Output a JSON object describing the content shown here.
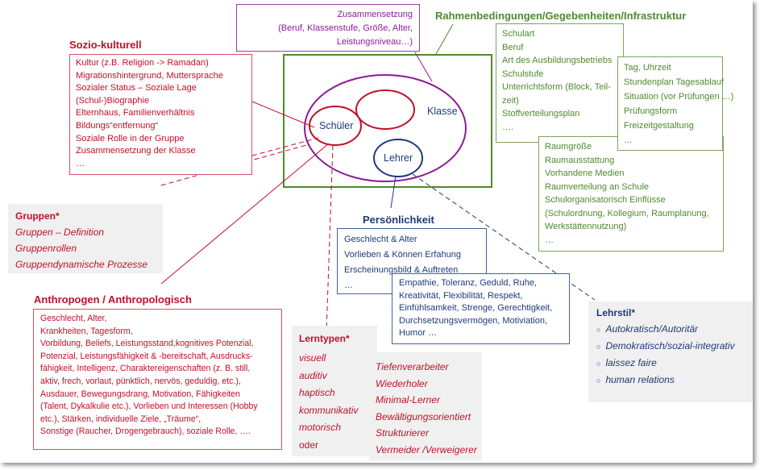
{
  "center": {
    "labels": {
      "schueler": "Schüler",
      "klasse": "Klasse",
      "lehrer": "Lehrer"
    }
  },
  "zusammensetzung": {
    "title": "Zusammensetzung",
    "lines": [
      "(Beruf, Klassenstufe, Größe, Alter,",
      "Leistungsniveau…)"
    ]
  },
  "rahmen": {
    "title": "Rahmenbedingungen/Gegebenheiten/Infrastruktur",
    "box1": [
      "Schulart",
      "Beruf",
      "Art des Ausbildungsbetriebs",
      "Schulstufe",
      "Unterrichtsform (Block, Teil-",
      "zeit)",
      "Stoffverteilungsplan",
      "…."
    ],
    "box2": [
      "Tag, Uhrzeit",
      "Stundenplan Tagesablauf",
      "Situation (vor Prüfungen …)",
      "Prüfungsform",
      "Freizeitgestaltung",
      "…"
    ],
    "box3": [
      "Raumgröße",
      "Raumausstattung",
      "Vorhandene Medien",
      "Raumverteilung an Schule",
      "Schulorganisatorisch Einflüsse",
      "(Schulordnung, Kollegium, Raumplanung,",
      "Werkstättennutzung)",
      "…"
    ]
  },
  "sozio": {
    "title": "Sozio-kulturell",
    "lines": [
      "Kultur (z.B. Religion -> Ramadan)",
      "Migrationshintergrund, Muttersprache",
      "Sozialer Status – Soziale Lage",
      "(Schul-)Biographie",
      "Elternhaus, Familienverhältnis",
      "Bildungs“entfernung“",
      "Soziale Rolle in der Gruppe",
      "Zusammensetzung der Klasse",
      "…"
    ]
  },
  "gruppen": {
    "title": "Gruppen*",
    "items": [
      "Gruppen – Definition",
      "Gruppenrollen",
      "Gruppendynamische Prozesse"
    ]
  },
  "anthropogen": {
    "title": "Anthropogen / Anthropologisch",
    "lines": [
      "Geschlecht, Alter,",
      "Krankheiten, Tagesform,",
      "Vorbildung, Beliefs, Leistungsstand,kognitives Potenzial,",
      "Potenzial, Leistungsfähigkeit & -bereitschaft, Ausdrucks-",
      "fähigkeit, Intelligenz, Charaktereigenschaften (z. B. still,",
      "aktiv, frech, vorlaut, pünktlich, nervös, geduldig, etc.),",
      "Ausdauer, Bewegungsdrang, Motivation, Fähigkeiten",
      "(Talent, Dykalkulie etc.), Vorlieben und Interessen (Hobby",
      "etc.),  Stärken, individuelle Ziele, „Träume“,",
      "Sonstige (Raucher, Drogengebrauch), soziale  Rolle, …."
    ]
  },
  "lerntypen": {
    "title": "Lerntypen*",
    "col1": [
      "visuell",
      "auditiv",
      "haptisch",
      "kommunikativ",
      "motorisch",
      "oder"
    ],
    "col2": [
      "Tiefenverarbeiter",
      "Wiederholer",
      "Minimal-Lerner",
      "Bewältigungsorientiert",
      "Strukturierer",
      "Vermeider /Verweigerer"
    ]
  },
  "persoenlichkeit": {
    "title": "Persönlichkeit",
    "box1": [
      "Geschlecht & Alter",
      "Vorlieben & Können Erfahung",
      "Erscheinungsbild & Auftreten",
      "…"
    ],
    "box2": [
      "Empathie, Toleranz, Geduld, Ruhe,",
      "Kreativität, Flexibilität, Respekt,",
      "Einfühlsamkeit, Strenge, Gerechtigkeit,",
      "Durchsetzungsvermögen, Motiviation,",
      "Humor …"
    ]
  },
  "lehrstil": {
    "title": "Lehrstil*",
    "items": [
      "Autokratisch/Autoritär",
      "Demokratisch/sozial-integrativ",
      "laissez faire",
      "human relations"
    ]
  },
  "colors": {
    "red": "#c0102a",
    "green": "#4e8a2e",
    "blue": "#1f3a7a",
    "purple": "#8b1a9a"
  }
}
